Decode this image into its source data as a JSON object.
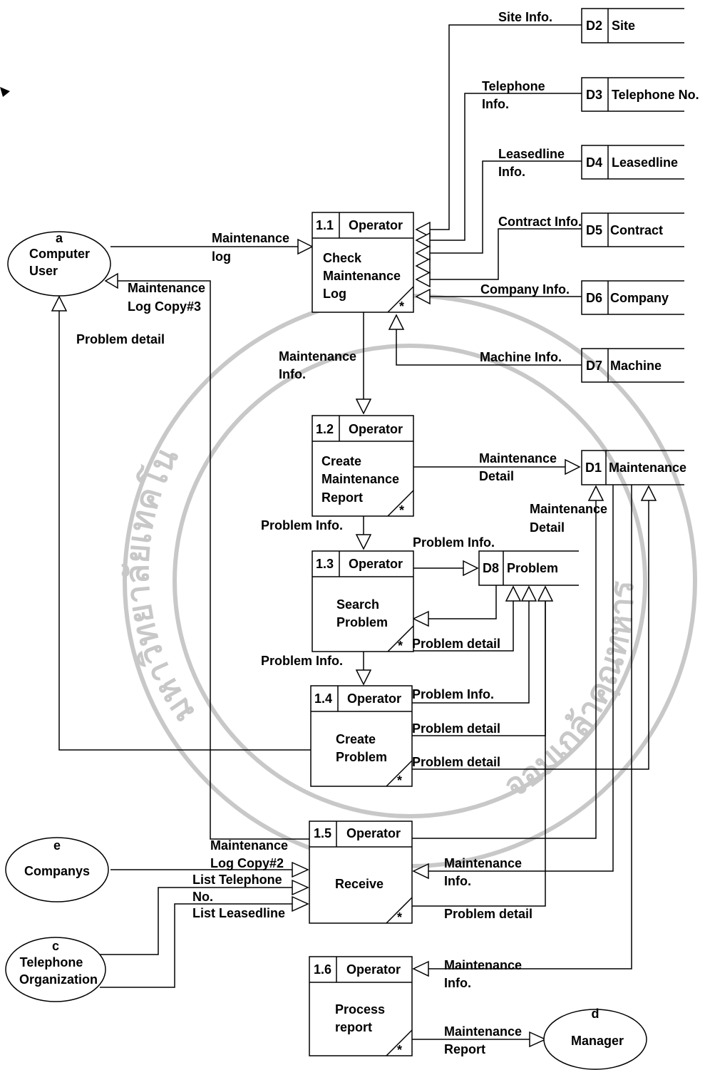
{
  "processes": {
    "p11": {
      "id": "1.1",
      "actor": "Operator",
      "lines": [
        "Check",
        "Maintenance",
        "Log"
      ]
    },
    "p12": {
      "id": "1.2",
      "actor": "Operator",
      "lines": [
        "Create",
        "Maintenance",
        "Report"
      ]
    },
    "p13": {
      "id": "1.3",
      "actor": "Operator",
      "lines": [
        "Search",
        "Problem"
      ]
    },
    "p14": {
      "id": "1.4",
      "actor": "Operator",
      "lines": [
        "Create",
        "Problem"
      ]
    },
    "p15": {
      "id": "1.5",
      "actor": "Operator",
      "lines": [
        "Receive"
      ]
    },
    "p16": {
      "id": "1.6",
      "actor": "Operator",
      "lines": [
        "Process",
        "report"
      ]
    }
  },
  "stores": {
    "d1": {
      "id": "D1",
      "name": "Maintenance"
    },
    "d2": {
      "id": "D2",
      "name": "Site"
    },
    "d3": {
      "id": "D3",
      "name": "Telephone No."
    },
    "d4": {
      "id": "D4",
      "name": "Leasedline"
    },
    "d5": {
      "id": "D5",
      "name": "Contract"
    },
    "d6": {
      "id": "D6",
      "name": "Company"
    },
    "d7": {
      "id": "D7",
      "name": "Machine"
    },
    "d8": {
      "id": "D8",
      "name": "Problem"
    }
  },
  "entities": {
    "a": {
      "id": "a",
      "lines": [
        "Computer",
        "User"
      ]
    },
    "c": {
      "id": "c",
      "lines": [
        "Telephone",
        "Organization"
      ]
    },
    "d": {
      "id": "d",
      "lines": [
        "Manager"
      ]
    },
    "e": {
      "id": "e",
      "lines": [
        "Companys"
      ]
    }
  },
  "flows": {
    "site_info": [
      "Site Info."
    ],
    "telephone_info": [
      "Telephone",
      "Info."
    ],
    "leasedline_info": [
      "Leasedline",
      "Info."
    ],
    "contract_info": [
      "Contract Info."
    ],
    "company_info": [
      "Company Info."
    ],
    "machine_info": [
      "Machine Info."
    ],
    "maintenance_log": [
      "Maintenance",
      "log"
    ],
    "maintenance_log_copy3": [
      "Maintenance",
      "Log Copy#3"
    ],
    "problem_detail_to_user": [
      "Problem detail"
    ],
    "maintenance_info_12": [
      "Maintenance",
      "Info."
    ],
    "maintenance_detail_to_d1": [
      "Maintenance",
      "Detail"
    ],
    "maintenance_detail_from_14": [
      "Maintenance",
      "Detail"
    ],
    "problem_info_12_13": [
      "Problem Info."
    ],
    "problem_info_13_d8": [
      "Problem Info."
    ],
    "problem_detail_d8_13": [
      "Problem detail"
    ],
    "problem_info_13_14": [
      "Problem Info."
    ],
    "problem_info_14_d8": [
      "Problem Info."
    ],
    "problem_detail_14_d8": [
      "Problem detail"
    ],
    "problem_detail_14_d1": [
      "Problem detail"
    ],
    "maintenance_log_copy2": [
      "Maintenance",
      "Log Copy#2"
    ],
    "list_telephone_no": [
      "List Telephone",
      "No."
    ],
    "list_leasedline": [
      "List Leasedline"
    ],
    "maintenance_info_15": [
      "Maintenance",
      "Info."
    ],
    "problem_detail_15": [
      "Problem detail"
    ],
    "maintenance_info_16": [
      "Maintenance",
      "Info."
    ],
    "maintenance_report": [
      "Maintenance",
      "Report"
    ]
  },
  "corner_symbol": "*",
  "watermark": {
    "text_left": "มหาวิทยาลัยเทคโนโลยีพระ",
    "text_right": "จอมเกล้าคุณทหาร"
  },
  "colors": {
    "line": "#000000",
    "background": "#ffffff",
    "watermark": "#c8c8c8"
  }
}
